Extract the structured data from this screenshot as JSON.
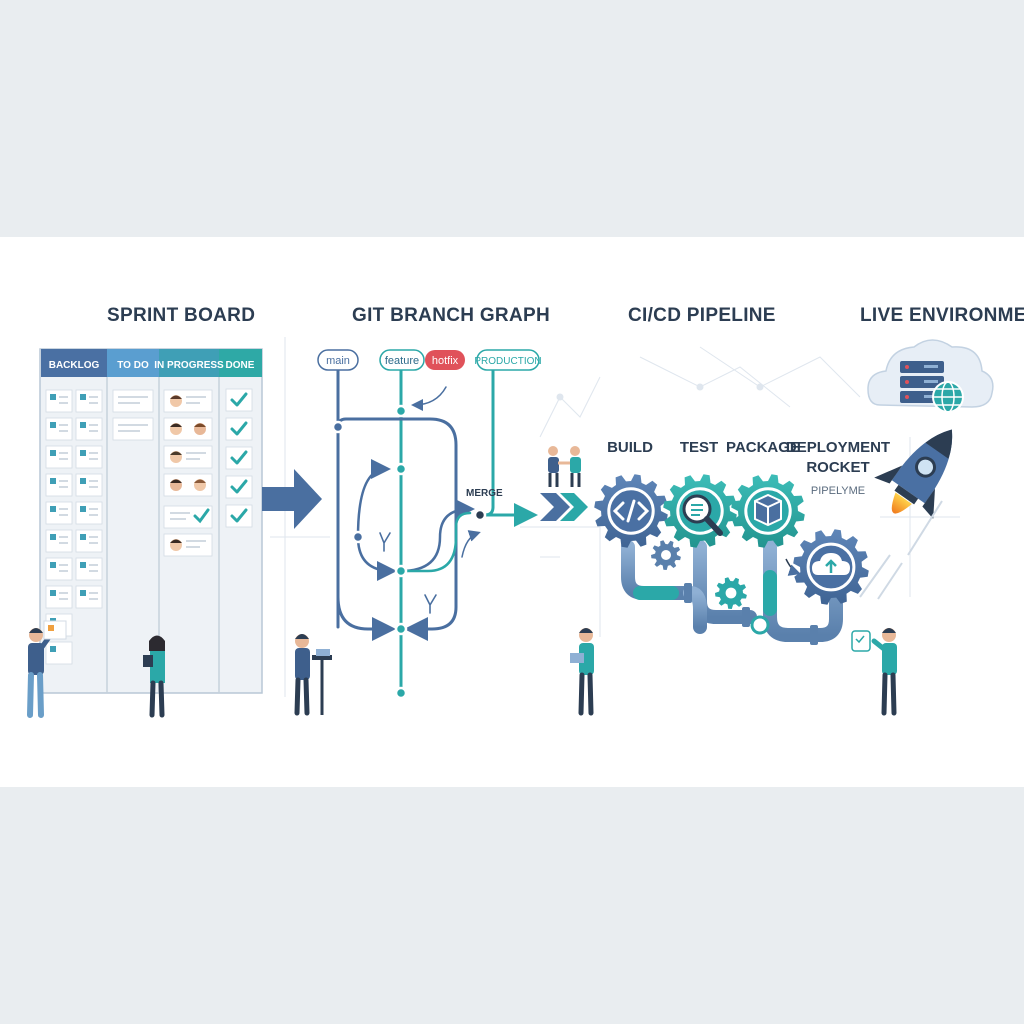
{
  "sections": {
    "sprint_board": "SPRINT BOARD",
    "git_graph": "GIT BRANCH GRAPH",
    "cicd": "CI/CD PIPELINE",
    "live": "LIVE ENVIRONMENT"
  },
  "board": {
    "columns": [
      "BACKLOG",
      "TO DO",
      "IN PROGRESS",
      "DONE"
    ]
  },
  "git": {
    "branches": {
      "main": "main",
      "feature": "feature",
      "hotfix": "hotfix",
      "production": "PRODUCTION"
    },
    "merge": "MERGE"
  },
  "pipeline": {
    "build": "BUILD",
    "test": "TEST",
    "package": "PACKAGE",
    "deployment_1": "DEPLOYMENT",
    "deployment_2": "ROCKET",
    "pipeline_word": "PIPELYME"
  },
  "colors": {
    "navy": "#4a6fa0",
    "teal": "#2ba8a8",
    "red": "#e0525a",
    "slate": "#2c3d52"
  }
}
